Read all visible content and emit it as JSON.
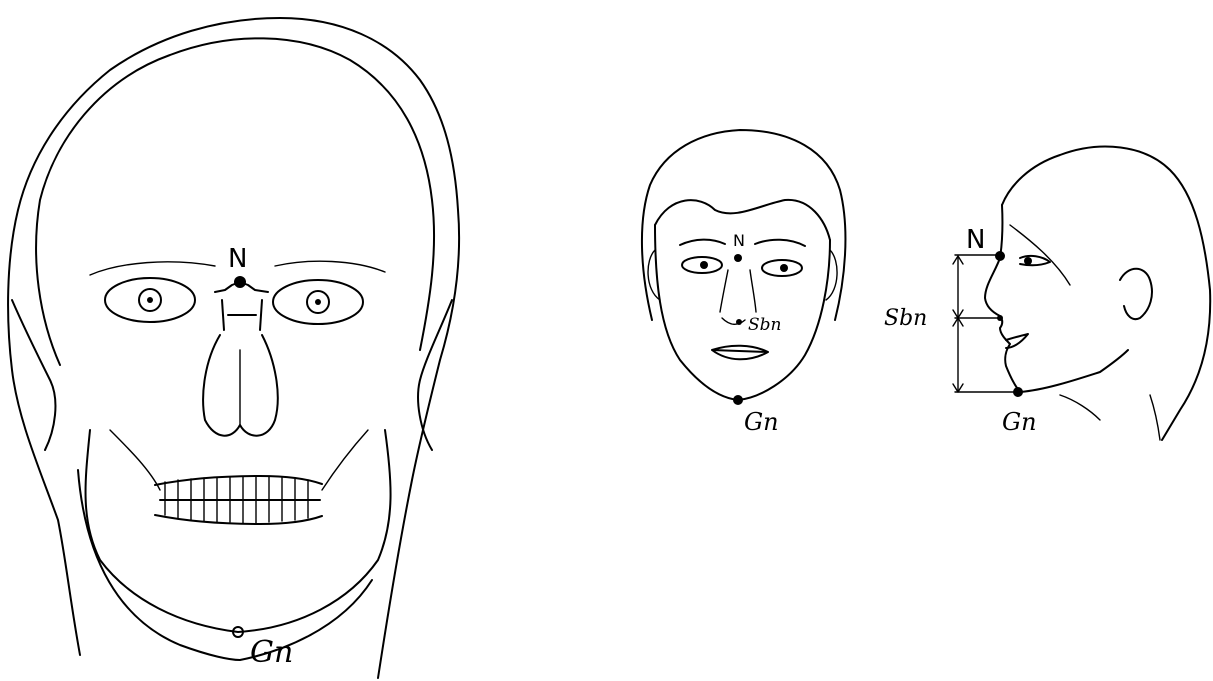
{
  "skull": {
    "nasion_label": "N",
    "gnathion_label": "Gn"
  },
  "frontal_face": {
    "nasion_label": "N",
    "subnasale_label": "Sbn",
    "gnathion_label": "Gn"
  },
  "profile_face": {
    "nasion_label": "N",
    "subnasale_label": "Sbn",
    "gnathion_label": "Gn"
  }
}
